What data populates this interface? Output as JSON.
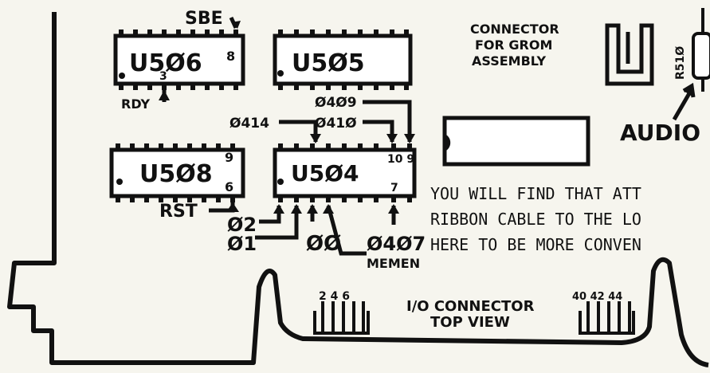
{
  "chips": {
    "u506": "U5Ø6",
    "u505": "U5Ø5",
    "u508": "U5Ø8",
    "u504": "U5Ø4"
  },
  "pins": {
    "u506_top": "8",
    "u506_bottom": "3",
    "u508_top": "9",
    "u508_bottom": "6",
    "u504_top": "10 9",
    "u504_bottom": "7",
    "io_left": "2 4 6",
    "io_right": "40 42 44"
  },
  "signals": {
    "sbe": "SBE",
    "rdy": "RDY",
    "rst": "RST",
    "p0414": "Ø414",
    "p0409": "Ø4Ø9",
    "p0410": "Ø41Ø",
    "p02": "Ø2",
    "p01": "Ø1",
    "p00": "ØØ",
    "p0407": "Ø4Ø7",
    "memen": "MEMEN",
    "audio": "AUDIO",
    "r510": "R51Ø"
  },
  "grom": {
    "line1": "CONNECTOR",
    "line2": "FOR GROM",
    "line3": "ASSEMBLY"
  },
  "io": {
    "line1": "I/O CONNECTOR",
    "line2": "TOP VIEW"
  },
  "note": {
    "line1": "YOU WILL FIND THAT ATT",
    "line2": "RIBBON CABLE TO THE LO",
    "line3": "HERE TO BE MORE CONVEN"
  }
}
